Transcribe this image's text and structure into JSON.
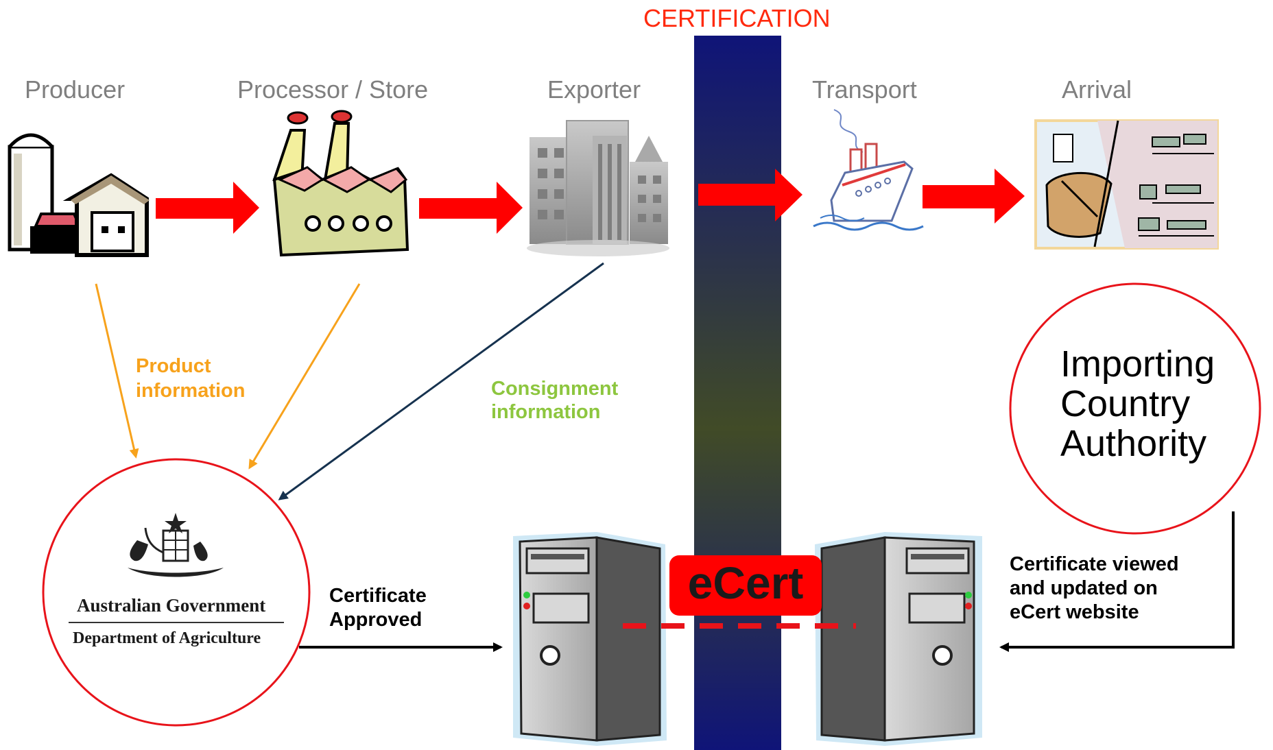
{
  "title": "CERTIFICATION",
  "stages": {
    "producer": "Producer",
    "processor": "Processor / Store",
    "exporter": "Exporter",
    "transport": "Transport",
    "arrival": "Arrival"
  },
  "flows": {
    "product_info": [
      "Product",
      "information"
    ],
    "consignment_info": [
      "Consignment",
      "information"
    ],
    "certificate_approved": [
      "Certificate",
      "Approved"
    ],
    "certificate_viewed": [
      "Certificate viewed",
      "and updated on",
      "eCert website"
    ]
  },
  "authority": {
    "government": "Australian Government",
    "department": "Department of Agriculture",
    "importing": [
      "Importing",
      "Country",
      "Authority"
    ]
  },
  "system": {
    "label": "eCert"
  },
  "colors": {
    "accent_red": "#ff0000",
    "title_red": "#ff2a0e",
    "stage_gray": "#7f7f7f",
    "product_orange": "#f7a21c",
    "consignment_green": "#8dc63f",
    "exporter_line": "#16324f",
    "band_top": "#0f1478",
    "band_mid": "#414b27",
    "band_bottom": "#0f1478"
  },
  "icons": [
    "silo-barn-icon",
    "factory-icon",
    "office-building-icon",
    "ship-icon",
    "port-icon",
    "government-crest-icon",
    "server-tower-icon"
  ]
}
